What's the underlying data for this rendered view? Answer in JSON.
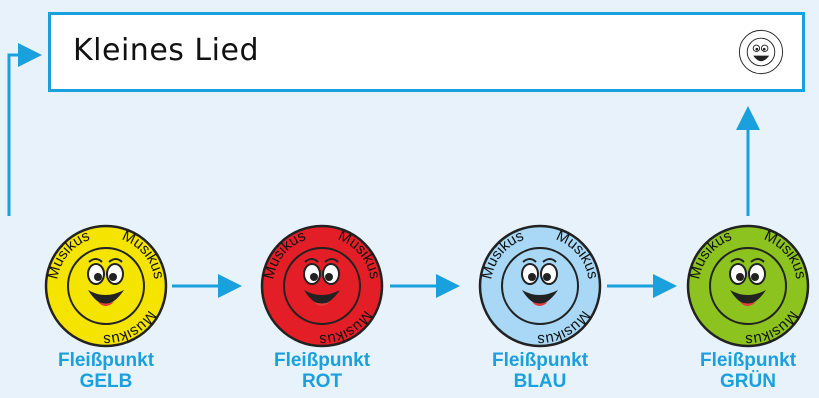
{
  "title": "Kleines Lied",
  "badge_text": "Musikus",
  "colors": {
    "accent": "#1aa0dc",
    "background": "#e7f2fb",
    "yellow": "#f4e400",
    "red": "#e41e26",
    "blue": "#a8d8f5",
    "green": "#8dc31e"
  },
  "stages": [
    {
      "label": "Fleißpunkt",
      "color_name": "GELB",
      "fill": "#f4e400"
    },
    {
      "label": "Fleißpunkt",
      "color_name": "ROT",
      "fill": "#e41e26"
    },
    {
      "label": "Fleißpunkt",
      "color_name": "BLAU",
      "fill": "#a8d8f5"
    },
    {
      "label": "Fleißpunkt",
      "color_name": "GRÜN",
      "fill": "#8dc31e"
    }
  ]
}
